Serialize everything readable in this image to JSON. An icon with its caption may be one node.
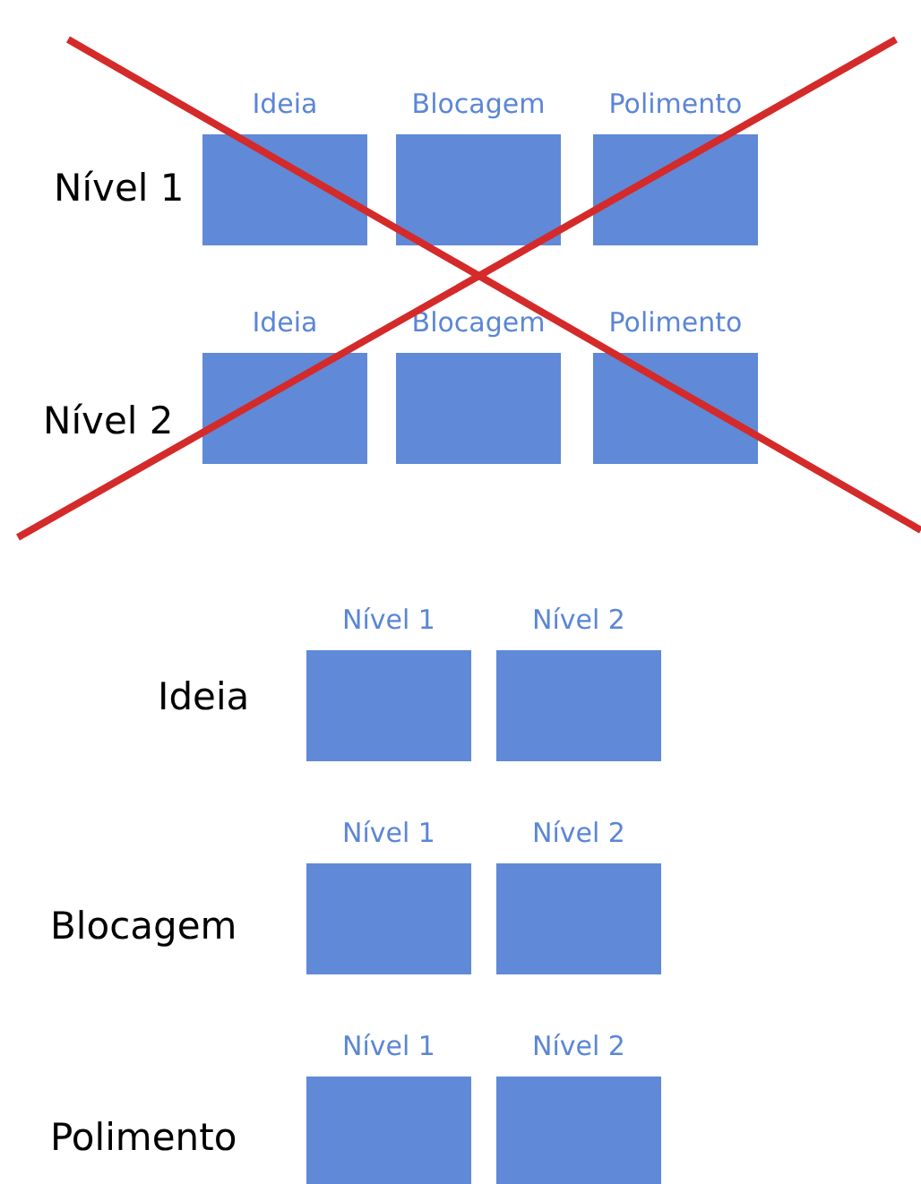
{
  "diagram": {
    "nodes": [
      {
        "text": [
          "Ideia"
        ]
      },
      {
        "text": [
          "Blocagem"
        ]
      },
      {
        "text": [
          "Polimento"
        ]
      },
      {
        "text": [
          "Ideia"
        ]
      },
      {
        "text": [
          "Blocagem"
        ]
      },
      {
        "text": [
          "Polimento"
        ]
      },
      {
        "text": [
          "Nível 1"
        ]
      },
      {
        "text": [
          "Nível 2"
        ]
      },
      {
        "text": [
          "Nível 1"
        ]
      },
      {
        "text": [
          "Nível 2"
        ]
      },
      {
        "text": [
          "Nível 1"
        ]
      },
      {
        "text": [
          "Nível 2"
        ]
      }
    ],
    "labels": [
      "Nível 1",
      "Nível 2",
      "Ideia",
      "Blocagem",
      "Polimento"
    ]
  }
}
